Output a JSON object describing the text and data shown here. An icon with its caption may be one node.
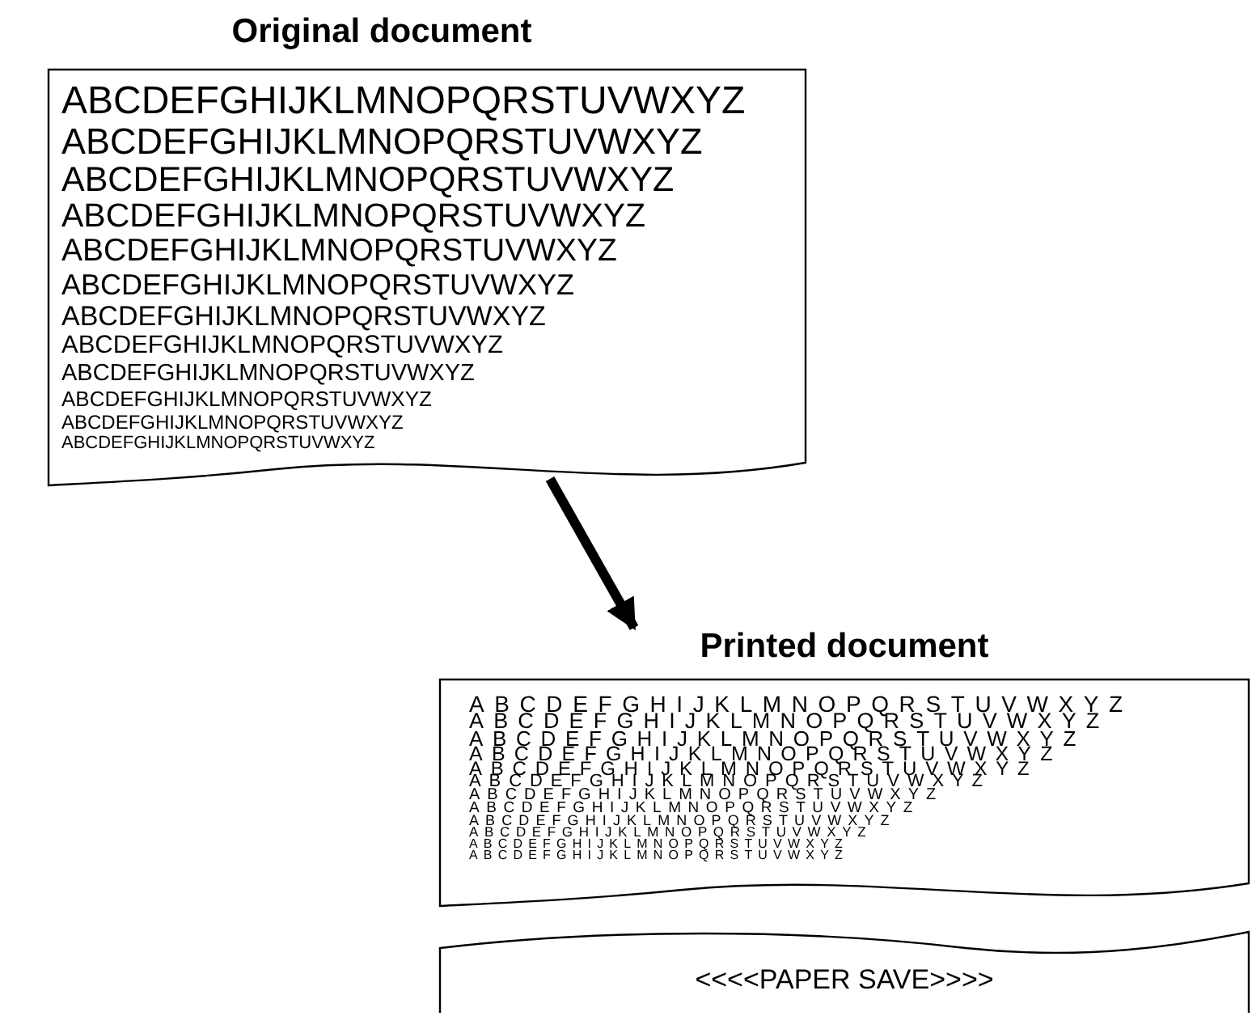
{
  "diagram": {
    "nodes": [
      {
        "text": [
          "Original document",
          "ABCDEFGHIJKLMNOPQRSTUVWXYZ",
          "ABCDEFGHIJKLMNOPQRSTUVWXYZ",
          "ABCDEFGHIJKLMNOPQRSTUVWXYZ",
          "ABCDEFGHIJKLMNOPQRSTUVWXYZ",
          "ABCDEFGHIJKLMNOPQRSTUVWXYZ",
          "ABCDEFGHIJKLMNOPQRSTUVWXYZ",
          "ABCDEFGHIJKLMNOPQRSTUVWXYZ",
          "ABCDEFGHIJKLMNOPQRSTUVWXYZ",
          "ABCDEFGHIJKLMNOPQRSTUVWXYZ",
          "ABCDEFGHIJKLMNOPQRSTUVWXYZ",
          "ABCDEFGHIJKLMNOPQRSTUVWXYZ",
          "ABCDEFGHIJKLMNOPQRSTUVWXYZ"
        ]
      },
      {
        "text": [
          "Printed document",
          "ABCDEFGHIJKLMNOPQRSTUVWXYZ",
          "ABCDEFGHIJKLMNOPQRSTUVWXYZ",
          "ABCDEFGHIJKLMNOPQRSTUVWXYZ",
          "ABCDEFGHIJKLMNOPQRSTUVWXYZ",
          "ABCDEFGHIJKLMNOPQRSTUVWXYZ",
          "ABCDEFGHIJKLMNOPQRSTUVWXYZ",
          "ABCDEFGHIJKLMNOPQRSTUVWXYZ",
          "ABCDEFGHIJKLMNOPQRSTUVWXYZ",
          "ABCDEFGHIJKLMNOPQRSTUVWXYZ",
          "ABCDEFGHIJKLMNOPQRSTUVWXYZ",
          "ABCDEFGHIJKLMNOPQRSTUVWXYZ",
          "ABCDEFGHIJKLMNOPQRSTUVWXYZ"
        ]
      },
      {
        "text": [
          "<<<<PAPER SAVE>>>>"
        ]
      }
    ],
    "edges": [
      {
        "from": 0,
        "to": 1,
        "arrow": "to"
      }
    ]
  }
}
